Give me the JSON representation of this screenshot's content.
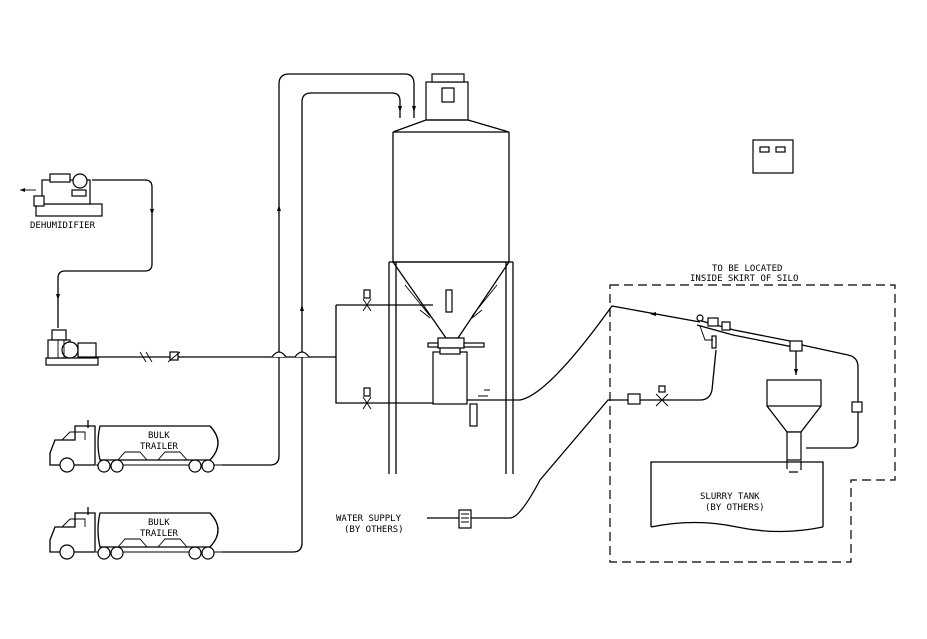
{
  "labels": {
    "dehumidifier": "DEHUMIDIFIER",
    "bulk_trailer_top": [
      "BULK",
      "TRAILER"
    ],
    "bulk_trailer_bottom": [
      "BULK",
      "TRAILER"
    ],
    "skirt_note": [
      "TO BE LOCATED",
      "INSIDE SKIRT OF SILO"
    ],
    "slurry_tank": [
      "SLURRY TANK",
      "(BY OTHERS)"
    ],
    "water_supply": [
      "WATER SUPPLY",
      "(BY OTHERS)"
    ]
  }
}
